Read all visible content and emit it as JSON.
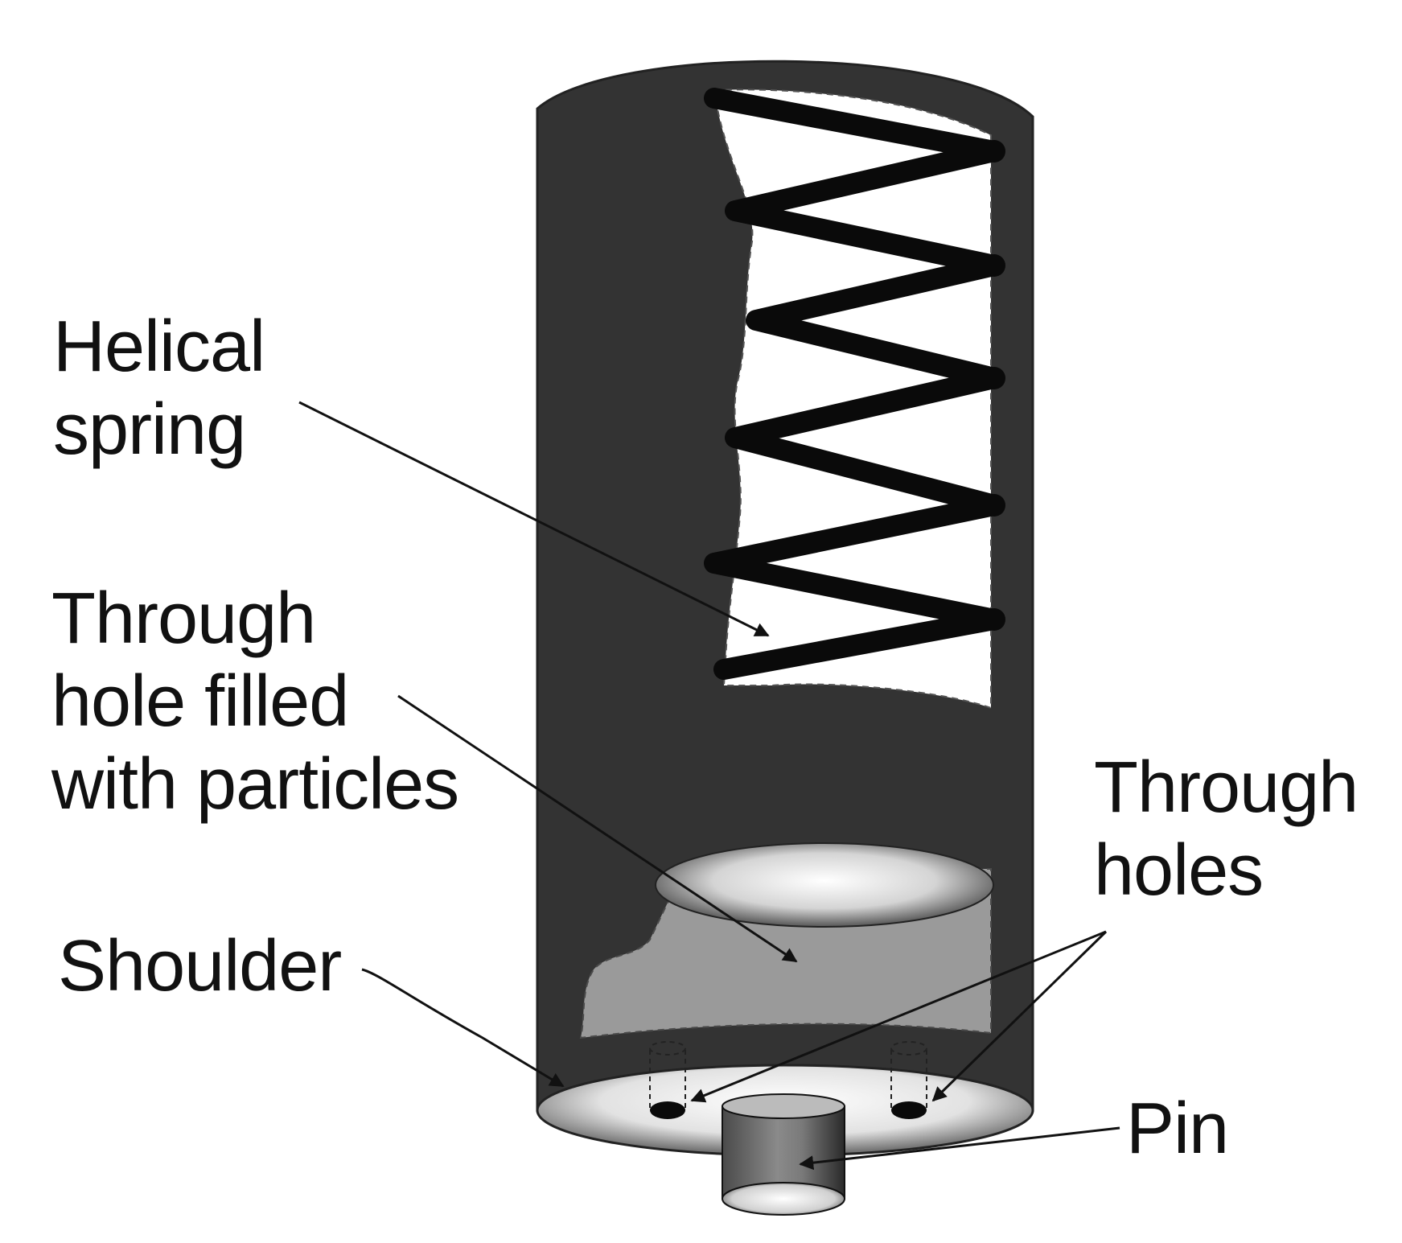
{
  "labels": {
    "helical_spring": [
      "Helical",
      "spring"
    ],
    "through_hole_filled": [
      "Through",
      "hole filled",
      "with particles"
    ],
    "shoulder": "Shoulder",
    "through_holes": [
      "Through",
      "holes"
    ],
    "pin": "Pin"
  },
  "colors": {
    "tool_body": "#333333",
    "spring": "#0a0a0a",
    "particles": "#9a9a9a",
    "leader_lines": "#111111",
    "background": "#ffffff"
  }
}
